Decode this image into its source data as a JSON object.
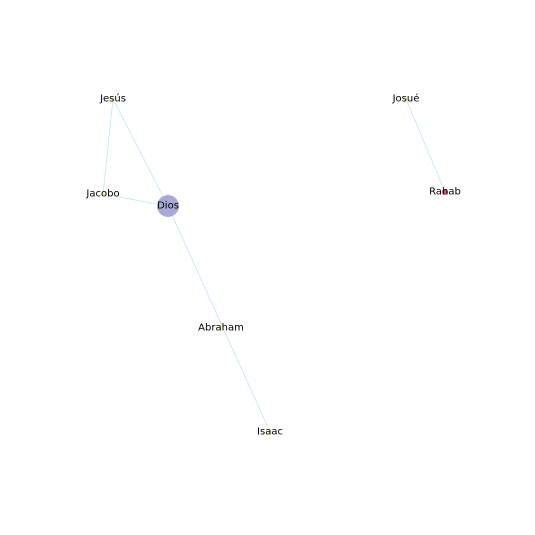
{
  "graph": {
    "colors": {
      "edge": "#bfe6f2",
      "hub_node": "#a9a9d6",
      "small_node": "#f5f2b8",
      "accent_node": "#d94a6a",
      "label": "#000000",
      "background": "#ffffff"
    },
    "nodes": [
      {
        "id": "jesus",
        "label": "Jesús",
        "kind": "small_node"
      },
      {
        "id": "jacobo",
        "label": "Jacobo",
        "kind": "small_node"
      },
      {
        "id": "dios",
        "label": "Dios",
        "kind": "hub_node"
      },
      {
        "id": "abraham",
        "label": "Abraham",
        "kind": "small_node"
      },
      {
        "id": "isaac",
        "label": "Isaac",
        "kind": "small_node"
      },
      {
        "id": "josue",
        "label": "Josué",
        "kind": "small_node"
      },
      {
        "id": "rahab",
        "label": "Rahab",
        "kind": "accent_node"
      }
    ],
    "edges": [
      {
        "source": "jesus",
        "target": "jacobo"
      },
      {
        "source": "jesus",
        "target": "dios"
      },
      {
        "source": "jacobo",
        "target": "dios"
      },
      {
        "source": "dios",
        "target": "isaac"
      },
      {
        "source": "josue",
        "target": "rahab"
      }
    ]
  }
}
